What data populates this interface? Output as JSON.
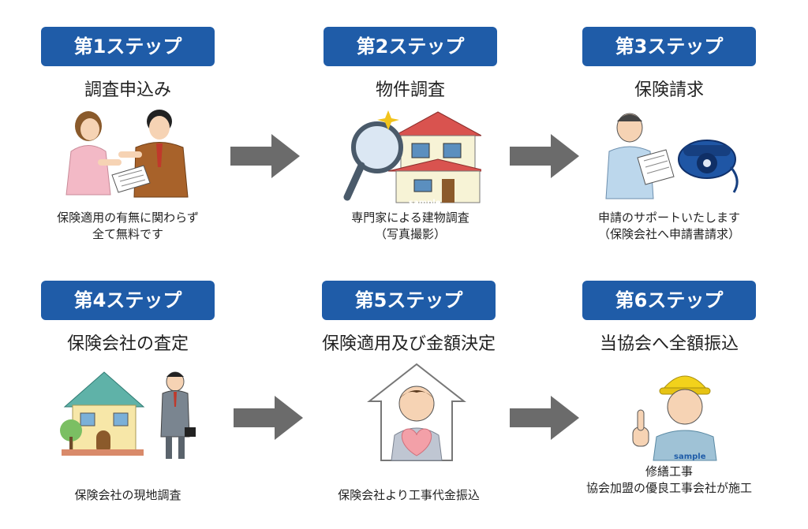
{
  "steps": [
    {
      "badge": "第1ステップ",
      "title": "調査申込み",
      "desc": [
        "保険適用の有無に関わらず",
        "全て無料です"
      ]
    },
    {
      "badge": "第2ステップ",
      "title": "物件調査",
      "desc": [
        "専門家による建物調査",
        "（写真撮影）"
      ]
    },
    {
      "badge": "第3ステップ",
      "title": "保険請求",
      "desc": [
        "申請のサポートいたします",
        "（保険会社へ申請書請求）"
      ]
    },
    {
      "badge": "第4ステップ",
      "title": "保険会社の査定",
      "desc": [
        "保険会社の現地調査"
      ]
    },
    {
      "badge": "第5ステップ",
      "title": "保険適用及び金額決定",
      "desc": [
        "保険会社より工事代金振込"
      ]
    },
    {
      "badge": "第6ステップ",
      "title": "当協会へ全額振込",
      "desc": [
        "修繕工事",
        "協会加盟の優良工事会社が施工"
      ]
    }
  ],
  "watermark": "sample",
  "icons": {
    "arrow": "right-arrow-icon",
    "step1": "consultation-people-icon",
    "step2": "house-magnifier-icon",
    "step3": "man-with-document-and-telephone-icon",
    "step4": "house-and-businessman-icon",
    "step5": "child-holding-heart-icon",
    "step6": "construction-worker-icon"
  },
  "colors": {
    "badge": "#1f5ca8",
    "arrow": "#6b6b6b"
  }
}
